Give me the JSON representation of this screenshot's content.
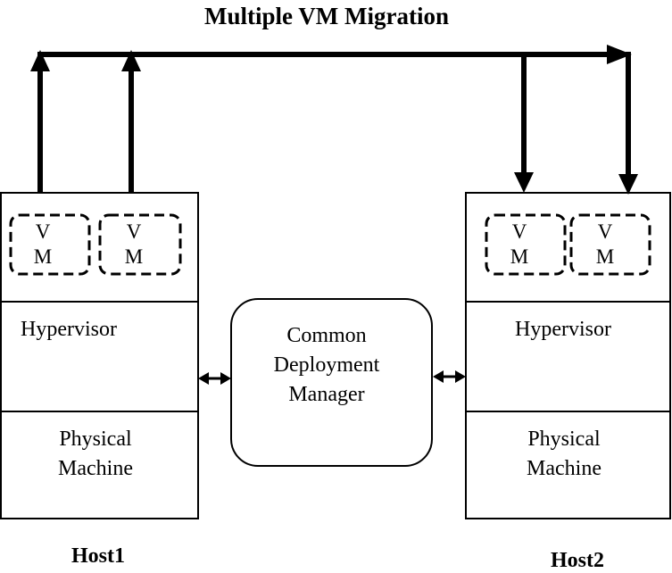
{
  "title": "Multiple VM Migration",
  "hosts": [
    {
      "name": "Host1",
      "vms": [
        {
          "line1": "V",
          "line2": "M"
        },
        {
          "line1": "V",
          "line2": "M"
        }
      ],
      "hypervisor": "Hypervisor",
      "physical": [
        "Physical",
        "Machine"
      ]
    },
    {
      "name": "Host2",
      "vms": [
        {
          "line1": "V",
          "line2": "M"
        },
        {
          "line1": "V",
          "line2": "M"
        }
      ],
      "hypervisor": "Hypervisor",
      "physical": [
        "Physical",
        "Machine"
      ]
    }
  ],
  "manager": [
    "Common",
    "Deployment",
    "Manager"
  ]
}
